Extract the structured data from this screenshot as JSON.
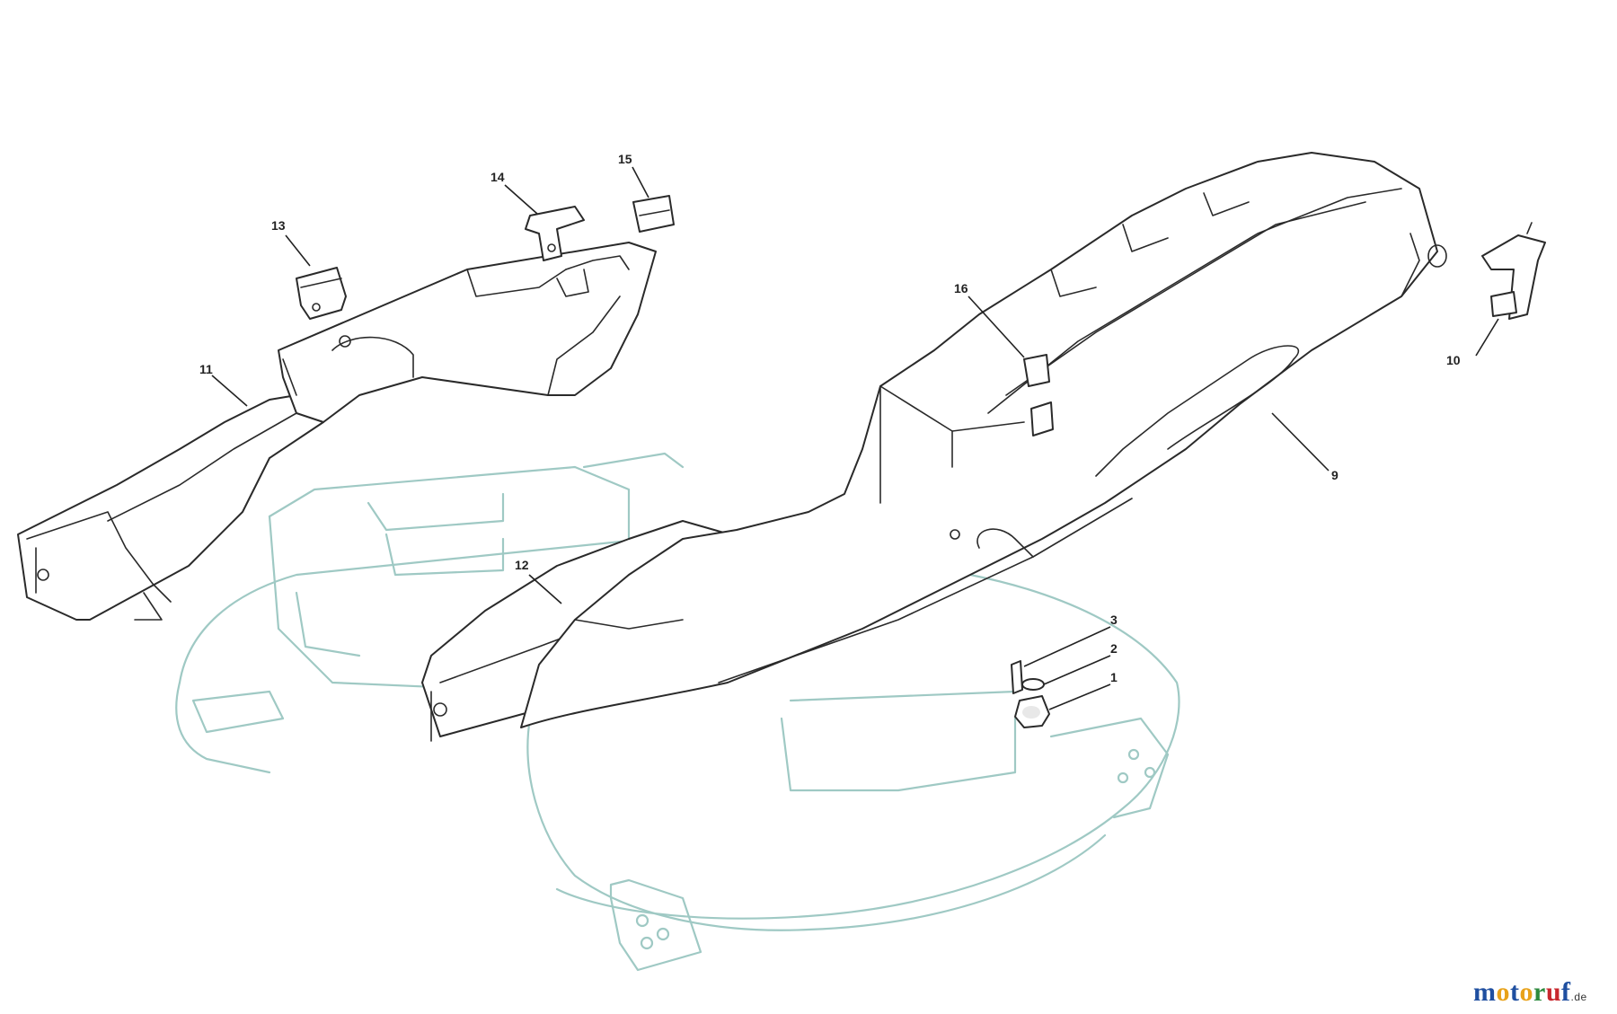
{
  "callouts": [
    {
      "id": "c1",
      "label": "1"
    },
    {
      "id": "c2",
      "label": "2"
    },
    {
      "id": "c3",
      "label": "3"
    },
    {
      "id": "c9",
      "label": "9"
    },
    {
      "id": "c10",
      "label": "10"
    },
    {
      "id": "c11",
      "label": "11"
    },
    {
      "id": "c12",
      "label": "12"
    },
    {
      "id": "c13",
      "label": "13"
    },
    {
      "id": "c14",
      "label": "14"
    },
    {
      "id": "c15",
      "label": "15"
    },
    {
      "id": "c16",
      "label": "16"
    }
  ],
  "logo": {
    "letters": [
      "m",
      "o",
      "t",
      "o",
      "r",
      "u",
      "f"
    ],
    "colors": [
      "#1f4fa0",
      "#e8a21a",
      "#1f4fa0",
      "#e8a21a",
      "#2d8a3e",
      "#c8272e",
      "#1f4fa0"
    ],
    "suffix": ".de"
  },
  "colors": {
    "deck_outline": "#9fc9c4",
    "part_outline": "#2a2a2a"
  }
}
